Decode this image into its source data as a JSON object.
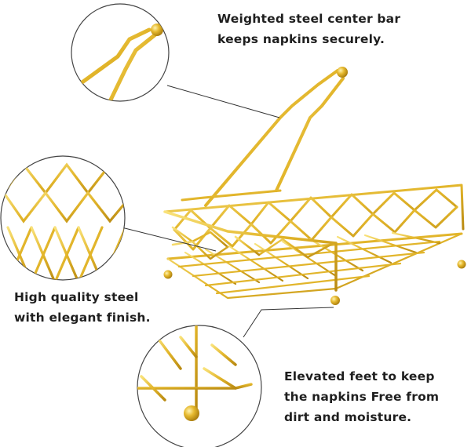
{
  "captions": {
    "center_bar": {
      "line1": "Weighted steel center bar",
      "line2": "keeps napkins securely."
    },
    "finish": {
      "line1": "High quality steel",
      "line2": "with elegant finish."
    },
    "feet": {
      "line1": "Elevated feet to keep",
      "line2": "the napkins Free from",
      "line3": "dirt and moisture."
    }
  },
  "colors": {
    "gold_light": "#f7dc6a",
    "gold_mid": "#e2b52a",
    "gold_dark": "#b98a12",
    "leader_line": "#333333",
    "circle_border": "#444444"
  }
}
